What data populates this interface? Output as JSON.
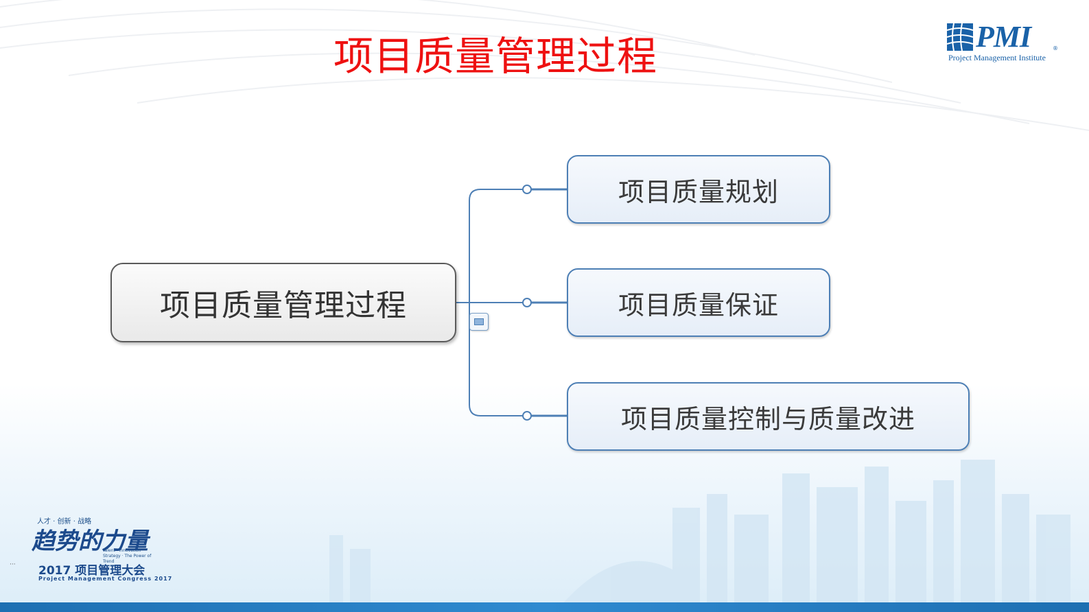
{
  "slide": {
    "title": "项目质量管理过程",
    "title_color": "#ee1111"
  },
  "mindmap": {
    "root": {
      "label": "项目质量管理过程"
    },
    "children": [
      {
        "label": "项目质量规划"
      },
      {
        "label": "项目质量保证"
      },
      {
        "label": "项目质量控制与质量改进"
      }
    ],
    "node_border_color": "#4d7fb5",
    "connector_color": "#4d7fb5"
  },
  "pmi_logo": {
    "letters": "PMI",
    "institute": "Project Management Institute",
    "registered": "®",
    "color": "#1a62a8"
  },
  "congress_logo": {
    "tagline": "人才 · 创新 · 战略",
    "script_title": "趋势的力量",
    "sub_english": "Talent · Innovation · Strategy · The Power of Trend",
    "year_line": "2017 项目管理大会",
    "english_line": "Project Management Congress 2017",
    "color": "#1c4a8c"
  },
  "footer": {
    "ellipsis": "···",
    "bar_color": "#1d6fb2"
  }
}
